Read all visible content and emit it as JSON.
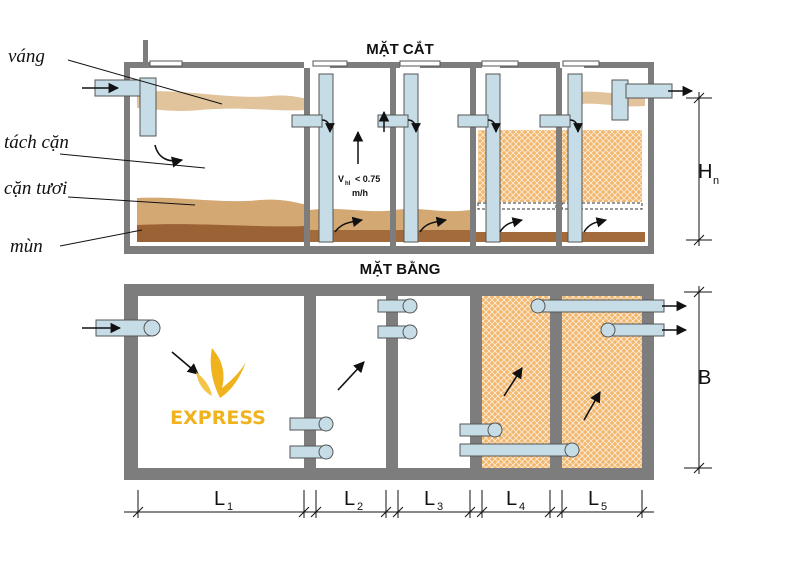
{
  "titles": {
    "section": "MẶT CẮT",
    "plan": "MẶT BẰNG"
  },
  "layer_labels": {
    "scum": "váng",
    "separation": "tách cặn",
    "fresh_sludge": "cặn tươi",
    "humus": "mùn"
  },
  "velocity_note": {
    "line1": "V",
    "sub": "hl",
    "line2": "< 0.75",
    "line3": "m/h"
  },
  "dimensions": {
    "height": "H",
    "height_sub": "n",
    "width": "B",
    "lengths": [
      {
        "main": "L",
        "sub": "1"
      },
      {
        "main": "L",
        "sub": "2"
      },
      {
        "main": "L",
        "sub": "3"
      },
      {
        "main": "L",
        "sub": "4"
      },
      {
        "main": "L",
        "sub": "5"
      }
    ]
  },
  "logo": {
    "text": "EXPRESS"
  },
  "colors": {
    "wall": "#7d7d7d",
    "scum": "#d9b88f",
    "fresh_sludge": "#c9a06a",
    "humus": "#9b6235",
    "filter_media": "#f0b465",
    "pipe": "#c6dde8",
    "logo": "#f0b31d"
  }
}
